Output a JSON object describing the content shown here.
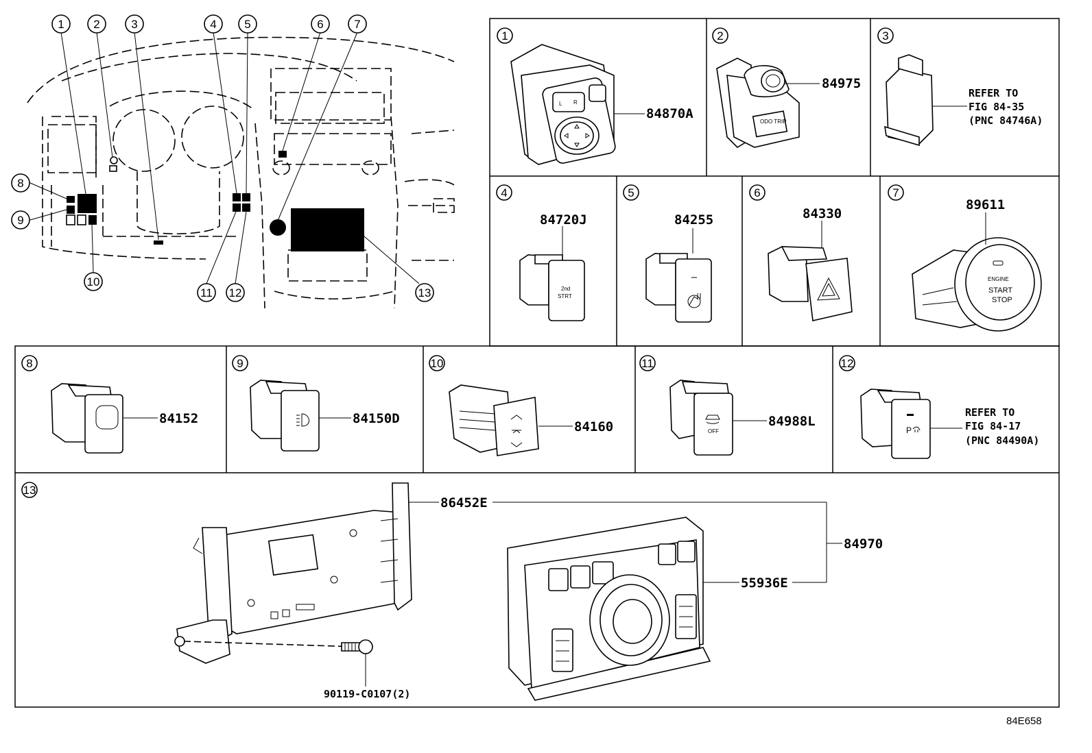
{
  "drawing_id": "84E658",
  "callouts": [
    "1",
    "2",
    "3",
    "4",
    "5",
    "6",
    "7",
    "8",
    "9",
    "10",
    "11",
    "12",
    "13"
  ],
  "parts": {
    "p1": {
      "index": "1",
      "number": "84870A"
    },
    "p2": {
      "index": "2",
      "number": "84975",
      "switch_text": "ODO TRIP"
    },
    "p3": {
      "index": "3",
      "refer_line1": "REFER TO",
      "refer_line2": "FIG 84-35",
      "refer_line3": "(PNC 84746A)"
    },
    "p4": {
      "index": "4",
      "number": "84720J",
      "switch_text_1": "2nd",
      "switch_text_2": "STRT"
    },
    "p5": {
      "index": "5",
      "number": "84255"
    },
    "p6": {
      "index": "6",
      "number": "84330"
    },
    "p7": {
      "index": "7",
      "number": "89611",
      "switch_text_1": "ENGINE",
      "switch_text_2": "START",
      "switch_text_3": "STOP"
    },
    "p8": {
      "index": "8",
      "number": "84152"
    },
    "p9": {
      "index": "9",
      "number": "84150D"
    },
    "p10": {
      "index": "10",
      "number": "84160"
    },
    "p11": {
      "index": "11",
      "number": "84988L",
      "switch_text": "OFF"
    },
    "p12": {
      "index": "12",
      "refer_line1": "REFER TO",
      "refer_line2": "FIG 84-17",
      "refer_line3": "(PNC 84490A)",
      "switch_text": "P"
    },
    "p13": {
      "index": "13",
      "bracket": "86452E",
      "assembly": "84970",
      "panel": "55936E",
      "screw": "90119-C0107(2)"
    }
  },
  "icons": [
    "mirror-switch-icon",
    "dimmer-knob-icon",
    "hazard-triangle-icon",
    "heated-seat-icon",
    "fog-lamp-icon",
    "wiper-icon",
    "vsc-off-icon",
    "parking-brake-icon"
  ]
}
